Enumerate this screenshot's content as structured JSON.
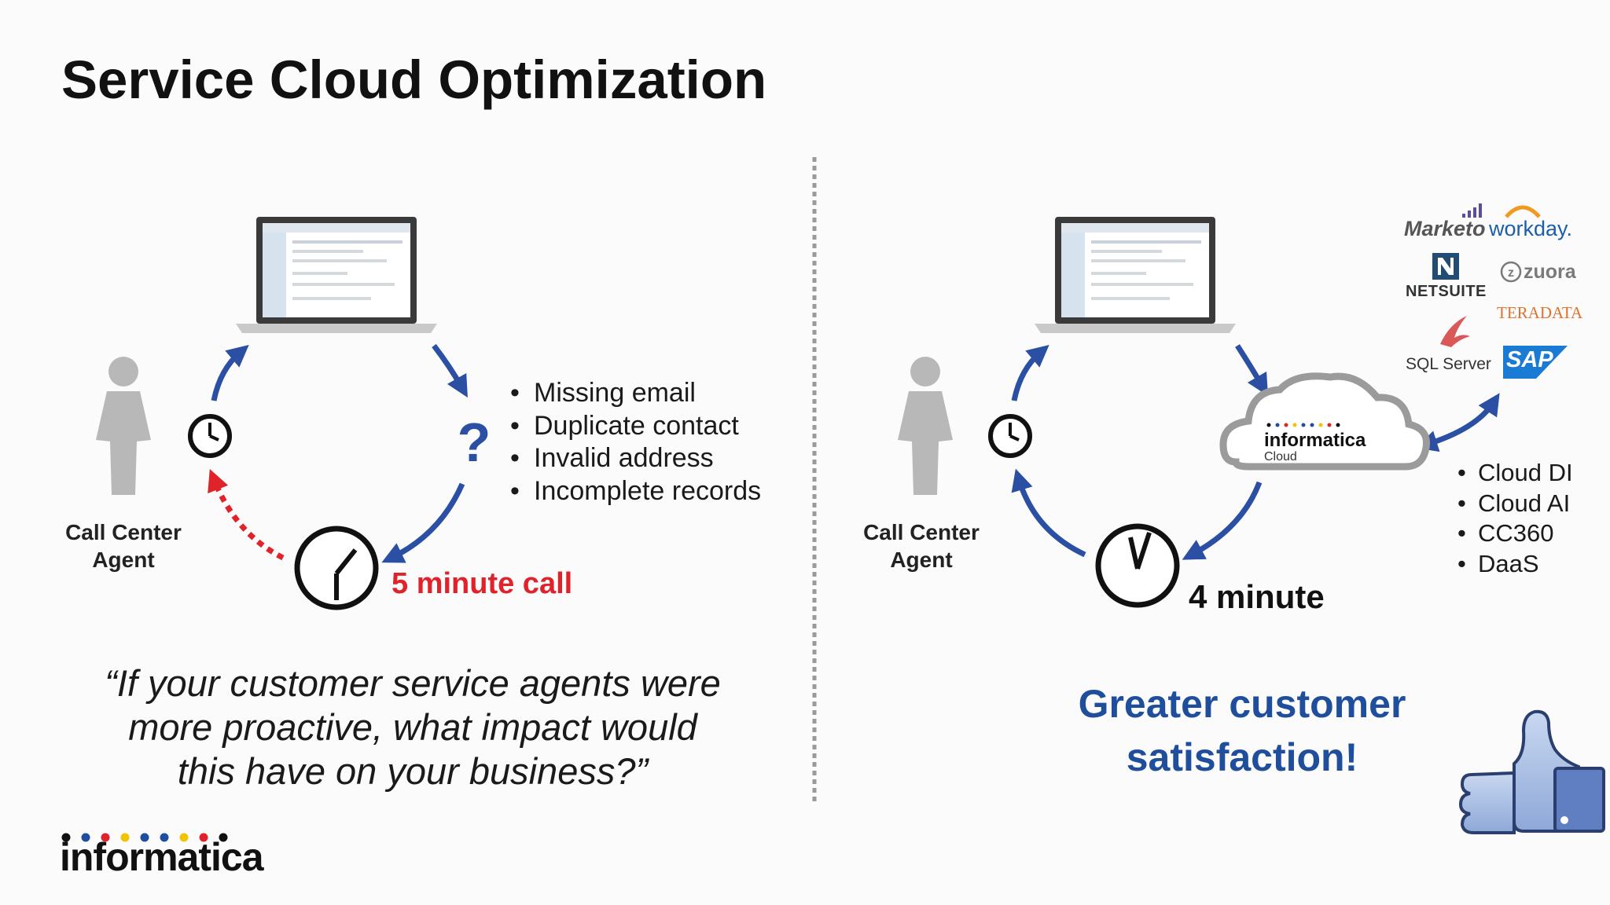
{
  "title": "Service Cloud Optimization",
  "left": {
    "agent_label": [
      "Call Center",
      "Agent"
    ],
    "question_mark": "?",
    "issues": [
      "Missing email",
      "Duplicate contact",
      "Invalid address",
      "Incomplete records"
    ],
    "call_time": "5 minute call",
    "quote": [
      "“If your customer service agents were",
      "more proactive, what impact would",
      "this have on your business?”"
    ]
  },
  "right": {
    "agent_label": [
      "Call Center",
      "Agent"
    ],
    "cloud_logo": "informatica",
    "cloud_sub": "Cloud",
    "services": [
      "Cloud DI",
      "Cloud AI",
      "CC360",
      "DaaS"
    ],
    "call_time": "4 minute",
    "satisfaction": [
      "Greater customer",
      "satisfaction!"
    ],
    "vendors": {
      "marketo": "Marketo",
      "workday": "workday.",
      "netsuite": "NETSUITE",
      "zuora": "zuora",
      "teradata": "TERADATA",
      "sqlserver": "SQL Server",
      "sap": "SAP"
    }
  },
  "footer_logo": "informatica",
  "colors": {
    "arrow_blue": "#2a4fa3",
    "arrow_red": "#e0232b",
    "satisfaction_blue": "#1f4e9c",
    "person_gray": "#b8b8b8",
    "logo_dots": [
      "#111111",
      "#1f4ea1",
      "#e0232b",
      "#f2c400",
      "#1f4ea1",
      "#1f4ea1",
      "#f2c400",
      "#e0232b",
      "#111111"
    ]
  }
}
